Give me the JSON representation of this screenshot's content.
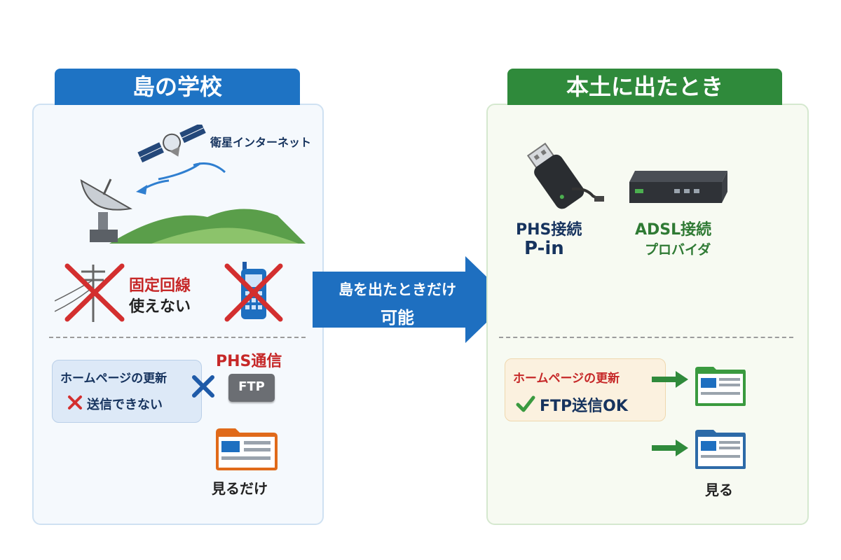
{
  "left": {
    "title": "島の学校",
    "satellite_label": "衛星インターネット",
    "landline_line1": "固定回線",
    "landline_line2": "使えない",
    "update_box": {
      "title": "ホームページの更新",
      "status": "送信できない"
    },
    "phs_label": "PHS通信",
    "ftp_label": "FTP",
    "view_label": "見るだけ"
  },
  "arrow": {
    "line1": "島を出たときだけ",
    "line2": "可能"
  },
  "right": {
    "title": "本土に出たとき",
    "phs_line1": "PHS接続",
    "phs_line2": "P-in",
    "adsl_line1": "ADSL接続",
    "adsl_line2": "プロバイダ",
    "update_box": {
      "title": "ホームページの更新",
      "status": "FTP送信OK"
    },
    "view_label": "見る"
  },
  "colors": {
    "blue": "#1e73c4",
    "green": "#2f8a3b",
    "red": "#c62828",
    "orange": "#e06a1a"
  }
}
